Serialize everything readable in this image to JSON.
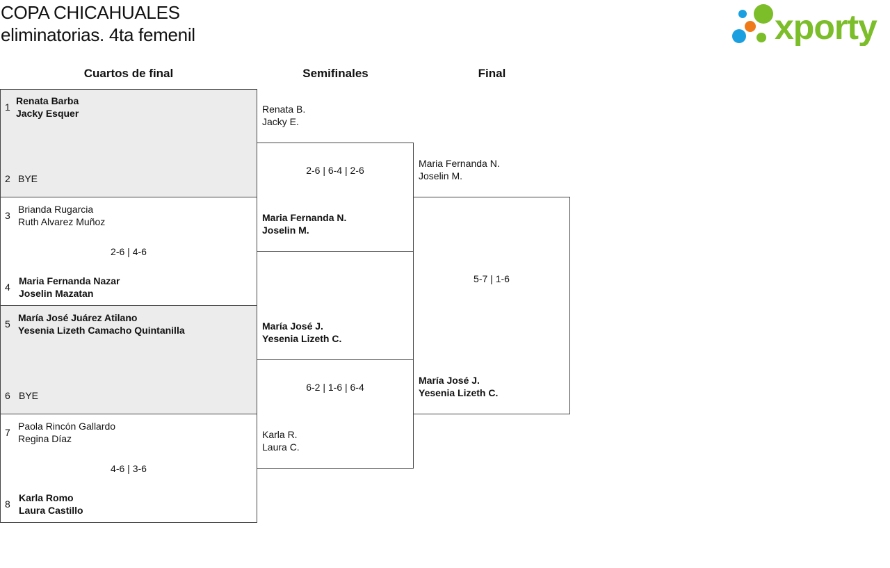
{
  "header": {
    "title_line1": "COPA CHICAHUALES",
    "title_line2": "eliminatorias. 4ta femenil",
    "logo_text": "xporty"
  },
  "colors": {
    "shade": "#ececec",
    "border": "#444444",
    "logo_green": "#7cbd2a",
    "logo_blue": "#1aa0e0",
    "logo_orange": "#ef7a1a"
  },
  "rounds": [
    "Cuartos de final",
    "Semifinales",
    "Final"
  ],
  "quarterfinals": {
    "m1": {
      "seed_a": "1",
      "team_a_p1": "Renata Barba",
      "team_a_p2": "Jacky Esquer",
      "seed_b": "2",
      "team_b_p1": "BYE"
    },
    "m2": {
      "seed_a": "3",
      "team_a_p1": "Brianda Rugarcia",
      "team_a_p2": "Ruth Alvarez Muñoz",
      "score": "2-6 | 4-6",
      "seed_b": "4",
      "team_b_p1": "Maria Fernanda Nazar",
      "team_b_p2": "Joselin Mazatan"
    },
    "m3": {
      "seed_a": "5",
      "team_a_p1": "María José Juárez Atilano",
      "team_a_p2": "Yesenia Lizeth Camacho Quintanilla",
      "seed_b": "6",
      "team_b_p1": "BYE"
    },
    "m4": {
      "seed_a": "7",
      "team_a_p1": "Paola Rincón Gallardo",
      "team_a_p2": "Regina Díaz",
      "score": "4-6 | 3-6",
      "seed_b": "8",
      "team_b_p1": "Karla Romo",
      "team_b_p2": "Laura Castillo"
    }
  },
  "semifinals": {
    "s1": {
      "team_a_p1": "Renata B.",
      "team_a_p2": "Jacky E.",
      "score": "2-6 | 6-4 | 2-6",
      "team_b_p1": "Maria Fernanda N.",
      "team_b_p2": "Joselin M."
    },
    "s2": {
      "team_a_p1": "María José J.",
      "team_a_p2": "Yesenia Lizeth C.",
      "score": "6-2 | 1-6 | 6-4",
      "team_b_p1": "Karla R.",
      "team_b_p2": "Laura C."
    }
  },
  "final": {
    "team_a_p1": "Maria Fernanda N.",
    "team_a_p2": "Joselin M.",
    "score": "5-7 | 1-6",
    "team_b_p1": "María José J.",
    "team_b_p2": "Yesenia Lizeth C."
  }
}
